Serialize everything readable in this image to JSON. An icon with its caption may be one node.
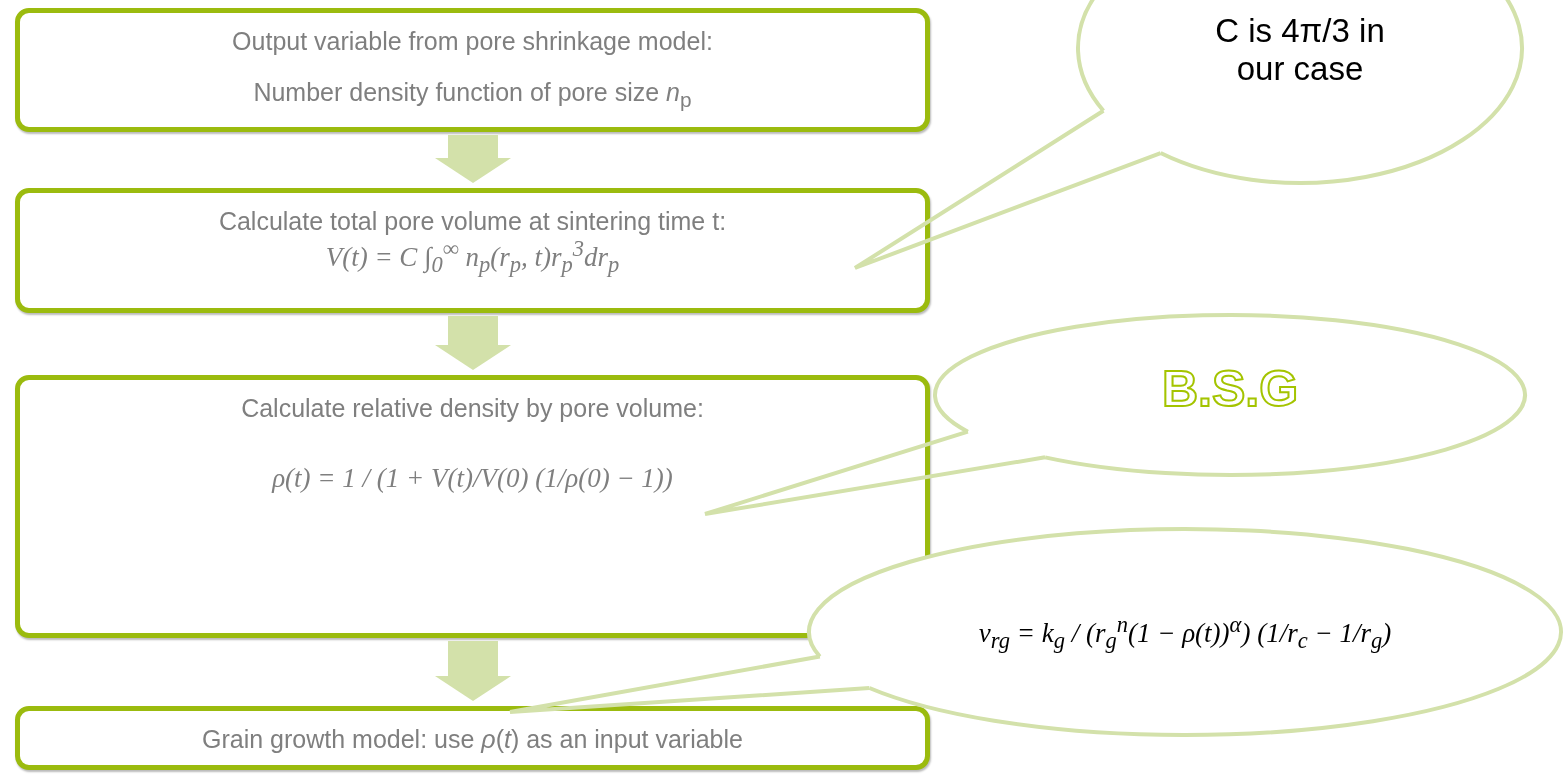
{
  "diagram": {
    "nodes": [
      {
        "text": [
          "Output variable from pore shrinkage model:",
          "Number density function of pore size *n*$_{p}$"
        ]
      },
      {
        "text": [
          "Calculate total pore volume at sintering time t:",
          "V(t) = C ∫$_{0}$$^{∞}$ n$_{p}$(r$_{p}$, t)r$_{p}$$^{3}$dr$_{p}$"
        ]
      },
      {
        "text": [
          "Calculate relative density by pore volume:",
          "ρ(t) = 1 / (1 + V(t)/V(0) (1/ρ(0) − 1))"
        ]
      },
      {
        "text": [
          "Grain growth model: use *ρ*(*t*) as an input variable"
        ]
      },
      {
        "text": [
          "C is 4π/3 in our case"
        ]
      },
      {
        "text": [
          "B.S.G"
        ]
      },
      {
        "text": [
          "v$_{rg}$ = k$_{g}$ / (r$_{g}$$^{n}$(1 − ρ(t))$^{α}$) (1/r$_{c}$ − 1/r$_{g}$)"
        ]
      }
    ],
    "edges": [
      {
        "from": 0,
        "to": 1,
        "arrow": "to",
        "style": "thick"
      },
      {
        "from": 1,
        "to": 2,
        "arrow": "to",
        "style": "thick"
      },
      {
        "from": 2,
        "to": 3,
        "arrow": "to",
        "style": "thick"
      },
      {
        "from": 4,
        "to": 1,
        "arrow": "none"
      },
      {
        "from": 5,
        "to": 2,
        "arrow": "none"
      },
      {
        "from": 6,
        "to": 3,
        "arrow": "none"
      }
    ]
  }
}
